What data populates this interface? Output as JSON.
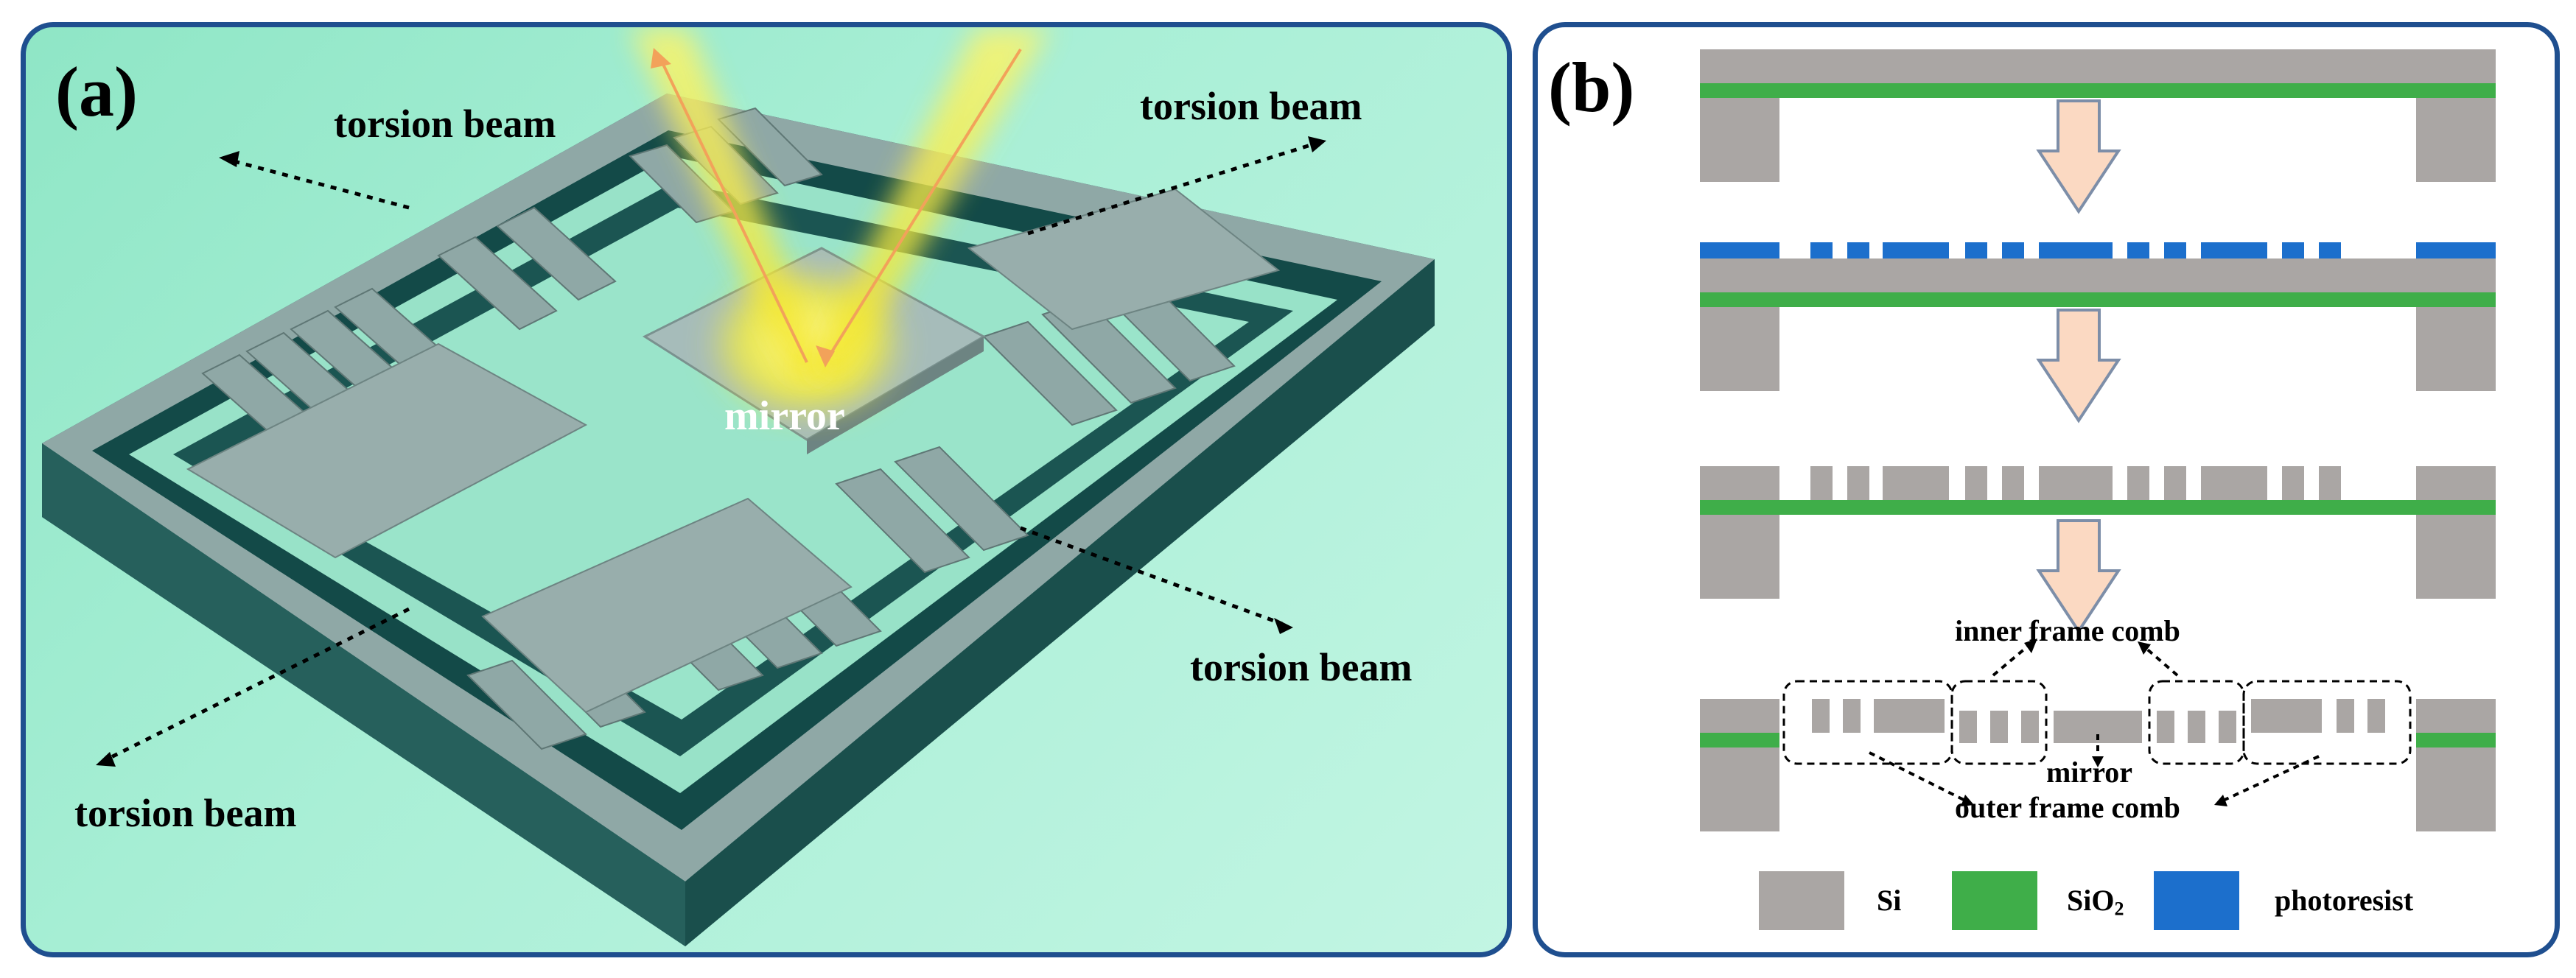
{
  "panel_a": {
    "letter": "(a)",
    "labels": {
      "torsion_beam_top_left": "torsion beam",
      "torsion_beam_top_right": "torsion beam",
      "torsion_beam_right": "torsion beam",
      "torsion_beam_bottom_left": "torsion beam",
      "mirror": "mirror"
    },
    "colors": {
      "background": "#a9efd6",
      "frame": "#8fa8a6",
      "shadow": "#1f5e5a",
      "beam": "#f5ec3a"
    }
  },
  "panel_b": {
    "letter": "(b)",
    "labels": {
      "inner_frame_comb": "inner frame comb",
      "mirror": "mirror",
      "outer_frame_comb": "outer frame comb"
    },
    "legend": [
      {
        "name": "Si",
        "color": "#aaa6a4"
      },
      {
        "name": "SiO",
        "sub": "2",
        "color": "#3fae49"
      },
      {
        "name": "photoresist",
        "color": "#1c6fcc"
      }
    ]
  },
  "colors": {
    "border": "#1f4f8f",
    "arrow_fill": "#fbd9c2",
    "arrow_stroke": "#7d8ea8"
  }
}
